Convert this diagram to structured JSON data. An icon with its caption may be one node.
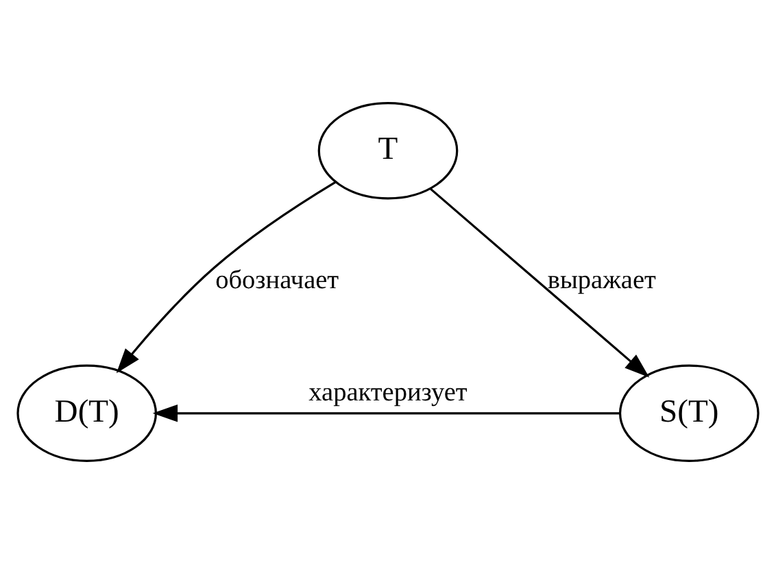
{
  "diagram": {
    "nodes": [
      {
        "text": [
          "T"
        ]
      },
      {
        "text": [
          "D(T)"
        ]
      },
      {
        "text": [
          "S(T)"
        ]
      }
    ],
    "edges": [
      {
        "from": 0,
        "to": 1,
        "arrow": "to",
        "label": "обозначает"
      },
      {
        "from": 0,
        "to": 2,
        "arrow": "to",
        "label": "выражает"
      },
      {
        "from": 2,
        "to": 1,
        "arrow": "to",
        "label": "характеризует"
      }
    ]
  }
}
